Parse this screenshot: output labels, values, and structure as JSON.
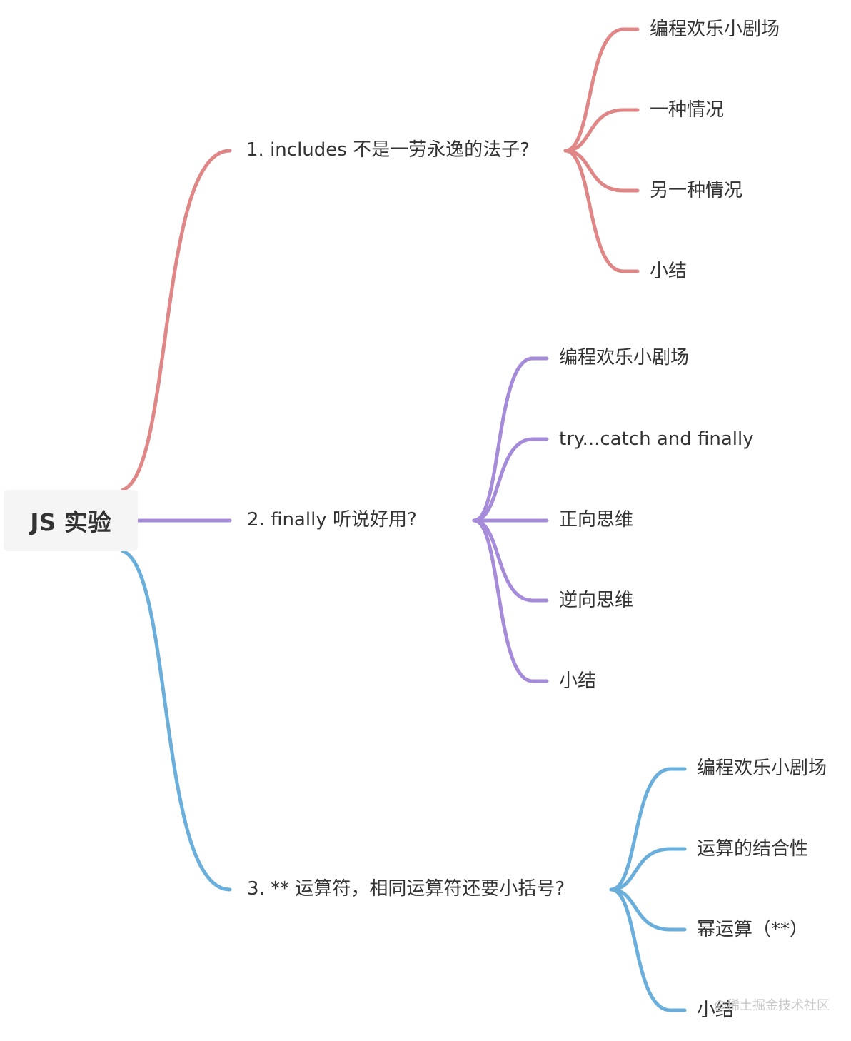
{
  "root": {
    "label": "JS 实验"
  },
  "branches": [
    {
      "label": "1. includes 不是一劳永逸的法子?",
      "color": "#e08686",
      "children": [
        "编程欢乐小剧场",
        "一种情况",
        "另一种情况",
        "小结"
      ]
    },
    {
      "label": "2. finally 听说好用?",
      "color": "#a58bd9",
      "children": [
        "编程欢乐小剧场",
        "try...catch and finally",
        "正向思维",
        "逆向思维",
        "小结"
      ]
    },
    {
      "label": "3. ** 运算符，相同运算符还要小括号?",
      "color": "#6aaedc",
      "children": [
        "编程欢乐小剧场",
        "运算的结合性",
        "幂运算（**）",
        "小结"
      ]
    }
  ],
  "watermark": "@稀土掘金技术社区"
}
